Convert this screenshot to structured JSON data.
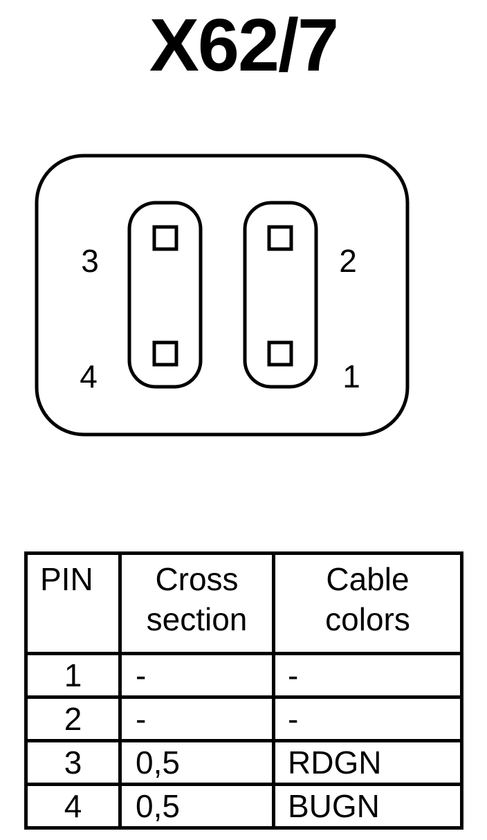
{
  "connector": {
    "title": "X62/7",
    "pin_labels": {
      "pin_1": "1",
      "pin_2": "2",
      "pin_3": "3",
      "pin_4": "4"
    }
  },
  "pin_table": {
    "headers": {
      "pin": "PIN",
      "cross_section_line1": "Cross",
      "cross_section_line2": "section",
      "cable_colors_line1": "Cable",
      "cable_colors_line2": "colors"
    },
    "rows": [
      {
        "pin": "1",
        "cross_section": "-",
        "cable_colors": "-"
      },
      {
        "pin": "2",
        "cross_section": "-",
        "cable_colors": "-"
      },
      {
        "pin": "3",
        "cross_section": "0,5",
        "cable_colors": "RDGN"
      },
      {
        "pin": "4",
        "cross_section": "0,5",
        "cable_colors": "BUGN"
      }
    ]
  }
}
